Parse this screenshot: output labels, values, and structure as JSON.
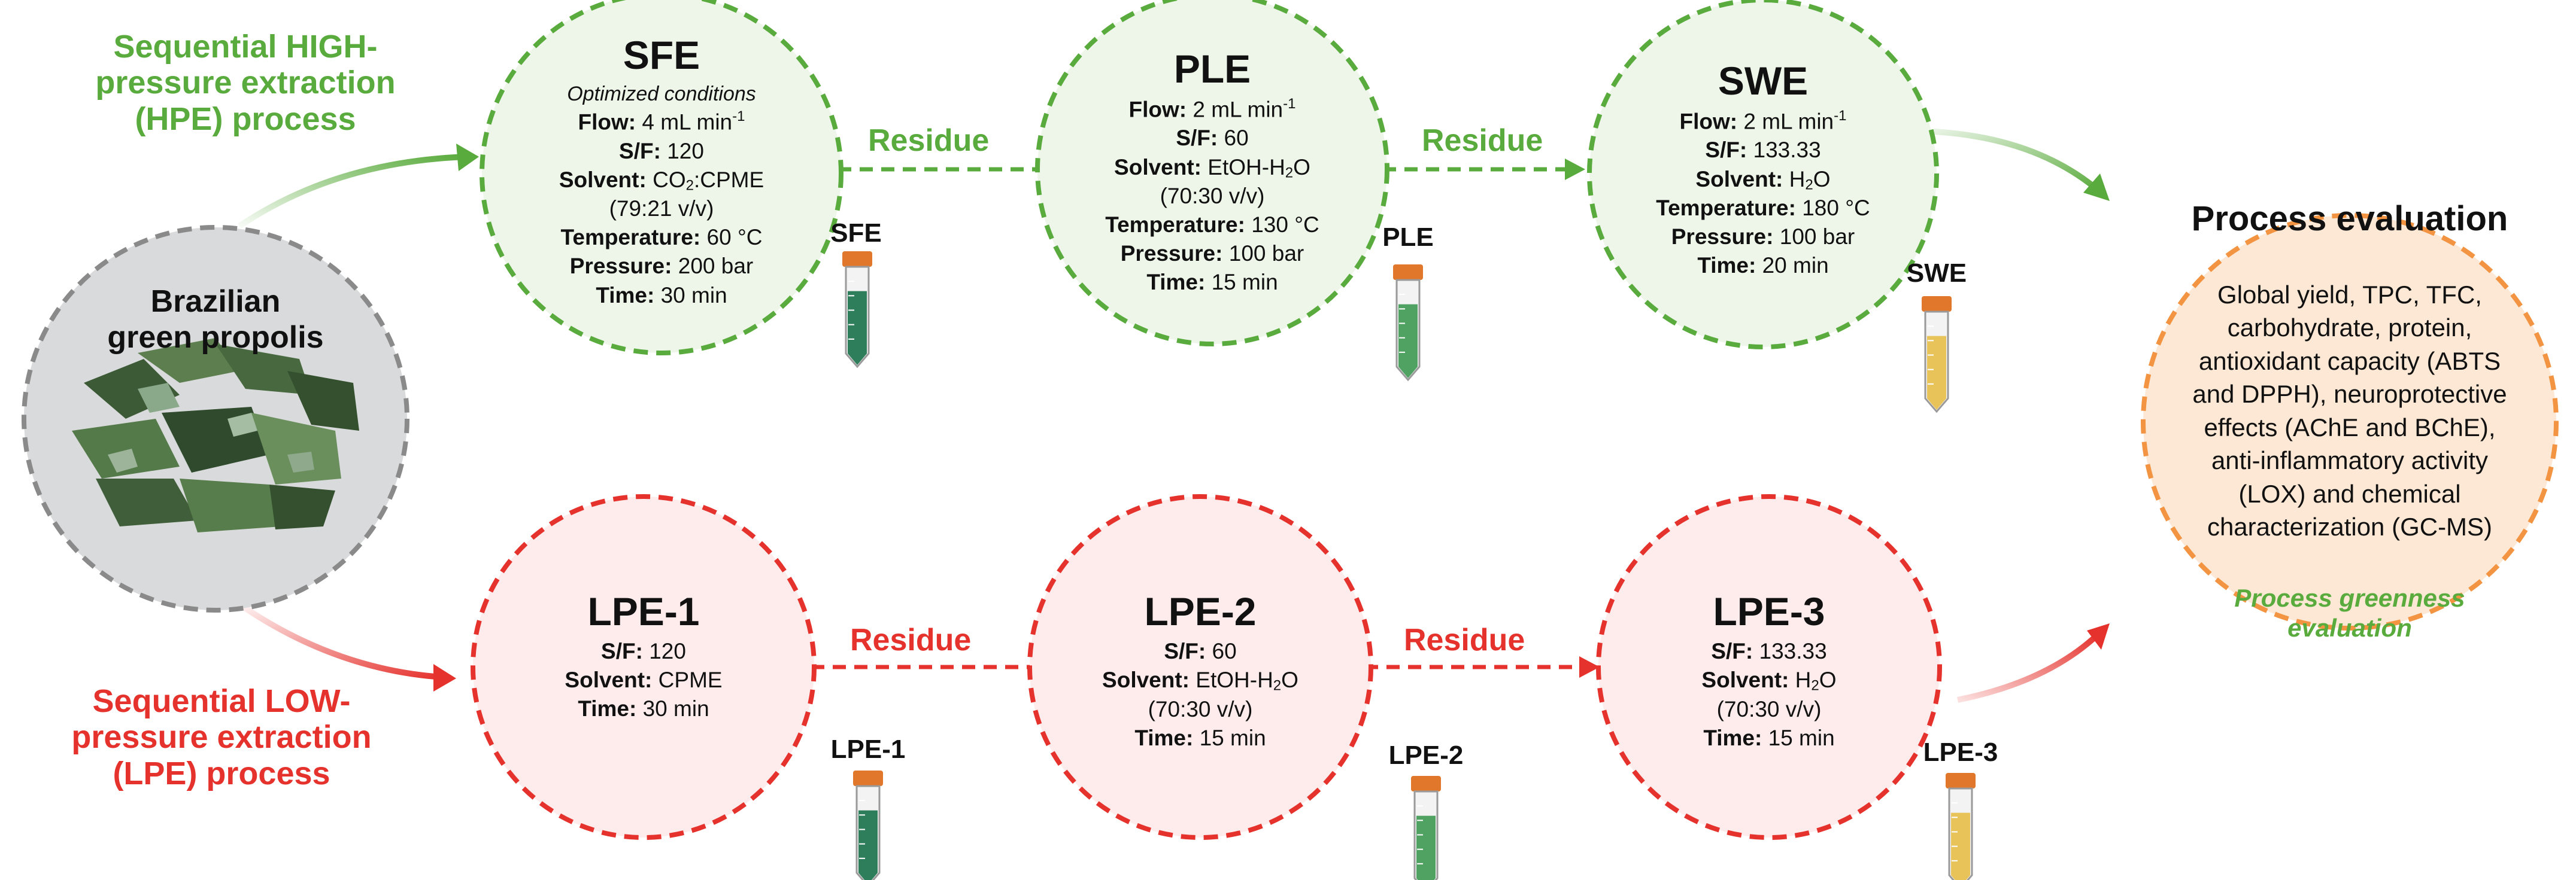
{
  "hpe_title": [
    "Sequential HIGH-",
    "pressure extraction",
    "(HPE) process"
  ],
  "lpe_title": [
    "Sequential LOW-",
    "pressure extraction",
    "(LPE) process"
  ],
  "propolis_label": [
    "Brazilian",
    "green propolis"
  ],
  "residue_label": "Residue",
  "sfe": {
    "title": "SFE",
    "subtitle": "Optimized conditions",
    "flow_key": "Flow:",
    "flow_val": "4 mL min",
    "flow_sup": "-1",
    "sf_key": "S/F:",
    "sf_val": "120",
    "solvent_key": "Solvent:",
    "solvent_a": "CO",
    "solvent_sub": "2",
    "solvent_b": ":CPME",
    "ratio": "(79:21 v/v)",
    "temp_key": "Temperature:",
    "temp_val": "60 °C",
    "press_key": "Pressure:",
    "press_val": "200 bar",
    "time_key": "Time:",
    "time_val": "30 min",
    "tube_label": "SFE"
  },
  "ple": {
    "title": "PLE",
    "flow_key": "Flow:",
    "flow_val": "2 mL min",
    "flow_sup": "-1",
    "sf_key": "S/F:",
    "sf_val": "60",
    "solvent_key": "Solvent:",
    "solvent_a": "EtOH-H",
    "solvent_sub": "2",
    "solvent_b": "O",
    "ratio": "(70:30 v/v)",
    "temp_key": "Temperature:",
    "temp_val": "130 °C",
    "press_key": "Pressure:",
    "press_val": "100 bar",
    "time_key": "Time:",
    "time_val": "15 min",
    "tube_label": "PLE"
  },
  "swe": {
    "title": "SWE",
    "flow_key": "Flow:",
    "flow_val": "2 mL min",
    "flow_sup": "-1",
    "sf_key": "S/F:",
    "sf_val": "133.33",
    "solvent_key": "Solvent:",
    "solvent_a": "H",
    "solvent_sub": "2",
    "solvent_b": "O",
    "temp_key": "Temperature:",
    "temp_val": "180 °C",
    "press_key": "Pressure:",
    "press_val": "100 bar",
    "time_key": "Time:",
    "time_val": "20 min",
    "tube_label": "SWE"
  },
  "lpe1": {
    "title": "LPE-1",
    "sf_key": "S/F:",
    "sf_val": "120",
    "solvent_key": "Solvent:",
    "solvent_val": "CPME",
    "time_key": "Time:",
    "time_val": "30 min",
    "tube_label": "LPE-1"
  },
  "lpe2": {
    "title": "LPE-2",
    "sf_key": "S/F:",
    "sf_val": "60",
    "solvent_key": "Solvent:",
    "solvent_a": "EtOH-H",
    "solvent_sub": "2",
    "solvent_b": "O",
    "ratio": "(70:30 v/v)",
    "time_key": "Time:",
    "time_val": "15 min",
    "tube_label": "LPE-2"
  },
  "lpe3": {
    "title": "LPE-3",
    "sf_key": "S/F:",
    "sf_val": "133.33",
    "solvent_key": "Solvent:",
    "solvent_a": "H",
    "solvent_sub": "2",
    "solvent_b": "O",
    "ratio": "(70:30 v/v)",
    "time_key": "Time:",
    "time_val": "15 min",
    "tube_label": "LPE-3"
  },
  "evaluation": {
    "title": "Process evaluation",
    "body": [
      "Global yield, TPC, TFC,",
      "carbohydrate, protein,",
      "antioxidant capacity (ABTS",
      "and DPPH), neuroprotective",
      "effects (AChE and BChE),",
      "anti-inflammatory activity",
      "(LOX) and chemical",
      "characterization (GC-MS)"
    ],
    "greenness": [
      "Process greenness",
      "evaluation"
    ]
  },
  "colors": {
    "green": "#5aab3d",
    "green_fill": "#eef6ea",
    "red": "#e5322d",
    "red_fill": "#fdeceb",
    "orange": "#f29441",
    "orange_fill": "#fde8d5",
    "gray": "#8a8a8a",
    "gray_fill": "#d9dadb",
    "tube_cap": "#e0772b",
    "tube_dark_green": "#2f7e5b",
    "tube_green": "#4fa262",
    "tube_yellow": "#e8c35a"
  }
}
